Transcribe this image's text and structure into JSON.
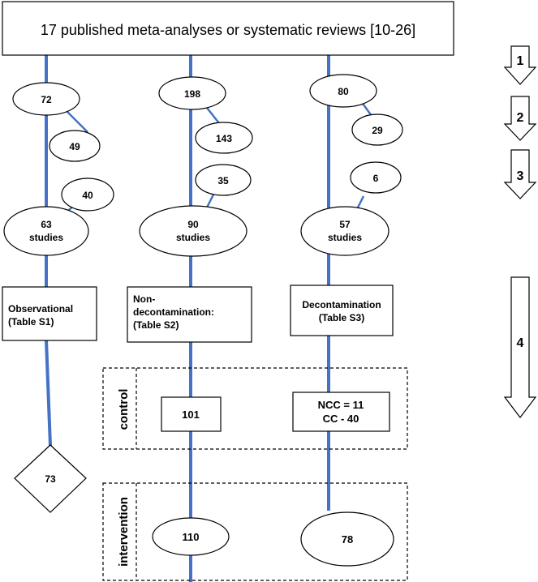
{
  "header": {
    "title": "17 published meta-analyses or systematic reviews [10-26]"
  },
  "steps": [
    "1",
    "2",
    "3",
    "4"
  ],
  "columns": [
    {
      "id": "observational",
      "start": "72",
      "excluded_1": "49",
      "excluded_2": "40",
      "studies_count": "63",
      "studies_word": "studies",
      "category_line1": "Observational",
      "category_line2": "(Table S1)",
      "outcome": "73"
    },
    {
      "id": "non-decontamination",
      "start": "198",
      "excluded_1": "143",
      "excluded_2": "35",
      "studies_count": "90",
      "studies_word": "studies",
      "category_line1": "Non-",
      "category_line2": "decontamination:",
      "category_line3": "(Table S2)",
      "control": "101",
      "intervention": "110"
    },
    {
      "id": "decontamination",
      "start": "80",
      "excluded_1": "29",
      "excluded_2": "6",
      "studies_count": "57",
      "studies_word": "studies",
      "category_line1": "Decontamination",
      "category_line2": "(Table S3)",
      "control_line1": "NCC = 11",
      "control_line2": "CC - 40",
      "intervention": "78"
    }
  ],
  "groups": {
    "control": "control",
    "intervention": "intervention"
  },
  "colors": {
    "connector": "#4472c4",
    "outline": "#000000",
    "background": "#ffffff"
  }
}
